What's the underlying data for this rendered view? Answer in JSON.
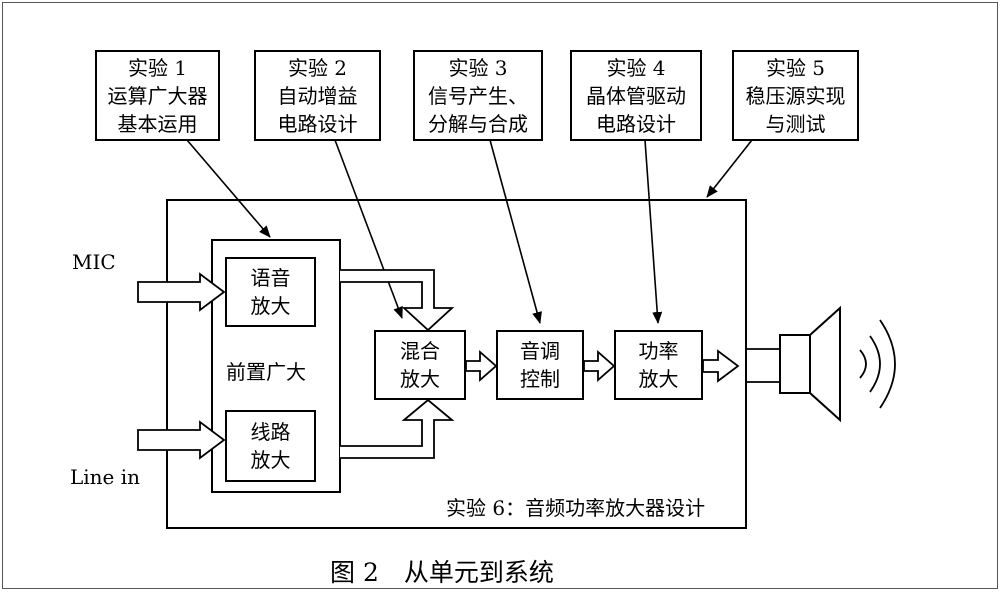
{
  "experiments": [
    {
      "title": "实验 1",
      "lines": [
        "运算广大器",
        "基本运用"
      ]
    },
    {
      "title": "实验 2",
      "lines": [
        "自动增益",
        "电路设计"
      ]
    },
    {
      "title": "实验 3",
      "lines": [
        "信号产生、",
        "分解与合成"
      ]
    },
    {
      "title": "实验 4",
      "lines": [
        "晶体管驱动",
        "电路设计"
      ]
    },
    {
      "title": "实验 5",
      "lines": [
        "稳压源实现",
        "与测试"
      ]
    }
  ],
  "inputs": {
    "mic": "MIC",
    "line_in": "Line in"
  },
  "preamp": {
    "label": "前置广大",
    "voice": [
      "语音",
      "放大"
    ],
    "line": [
      "线路",
      "放大"
    ]
  },
  "blocks": {
    "mix": [
      "混合",
      "放大"
    ],
    "tone": [
      "音调",
      "控制"
    ],
    "power": [
      "功率",
      "放大"
    ]
  },
  "outer_caption": "实验 6：音频功率放大器设计",
  "figure_caption": "图 2　从单元到系统"
}
